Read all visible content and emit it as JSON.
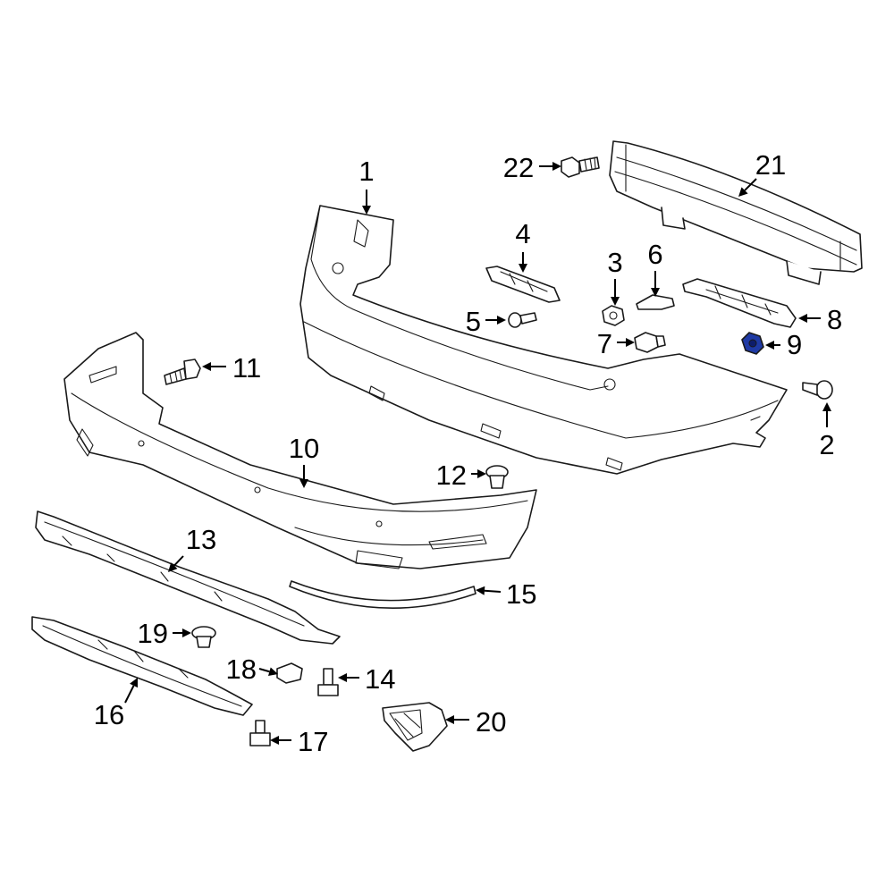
{
  "diagram": {
    "highlight_color": "#1f3aa5",
    "highlighted_part": "9",
    "callouts": [
      {
        "label": "1"
      },
      {
        "label": "2"
      },
      {
        "label": "3"
      },
      {
        "label": "4"
      },
      {
        "label": "5"
      },
      {
        "label": "6"
      },
      {
        "label": "7"
      },
      {
        "label": "8"
      },
      {
        "label": "9"
      },
      {
        "label": "10"
      },
      {
        "label": "11"
      },
      {
        "label": "12"
      },
      {
        "label": "13"
      },
      {
        "label": "14"
      },
      {
        "label": "15"
      },
      {
        "label": "16"
      },
      {
        "label": "17"
      },
      {
        "label": "18"
      },
      {
        "label": "19"
      },
      {
        "label": "20"
      },
      {
        "label": "21"
      },
      {
        "label": "22"
      }
    ]
  }
}
